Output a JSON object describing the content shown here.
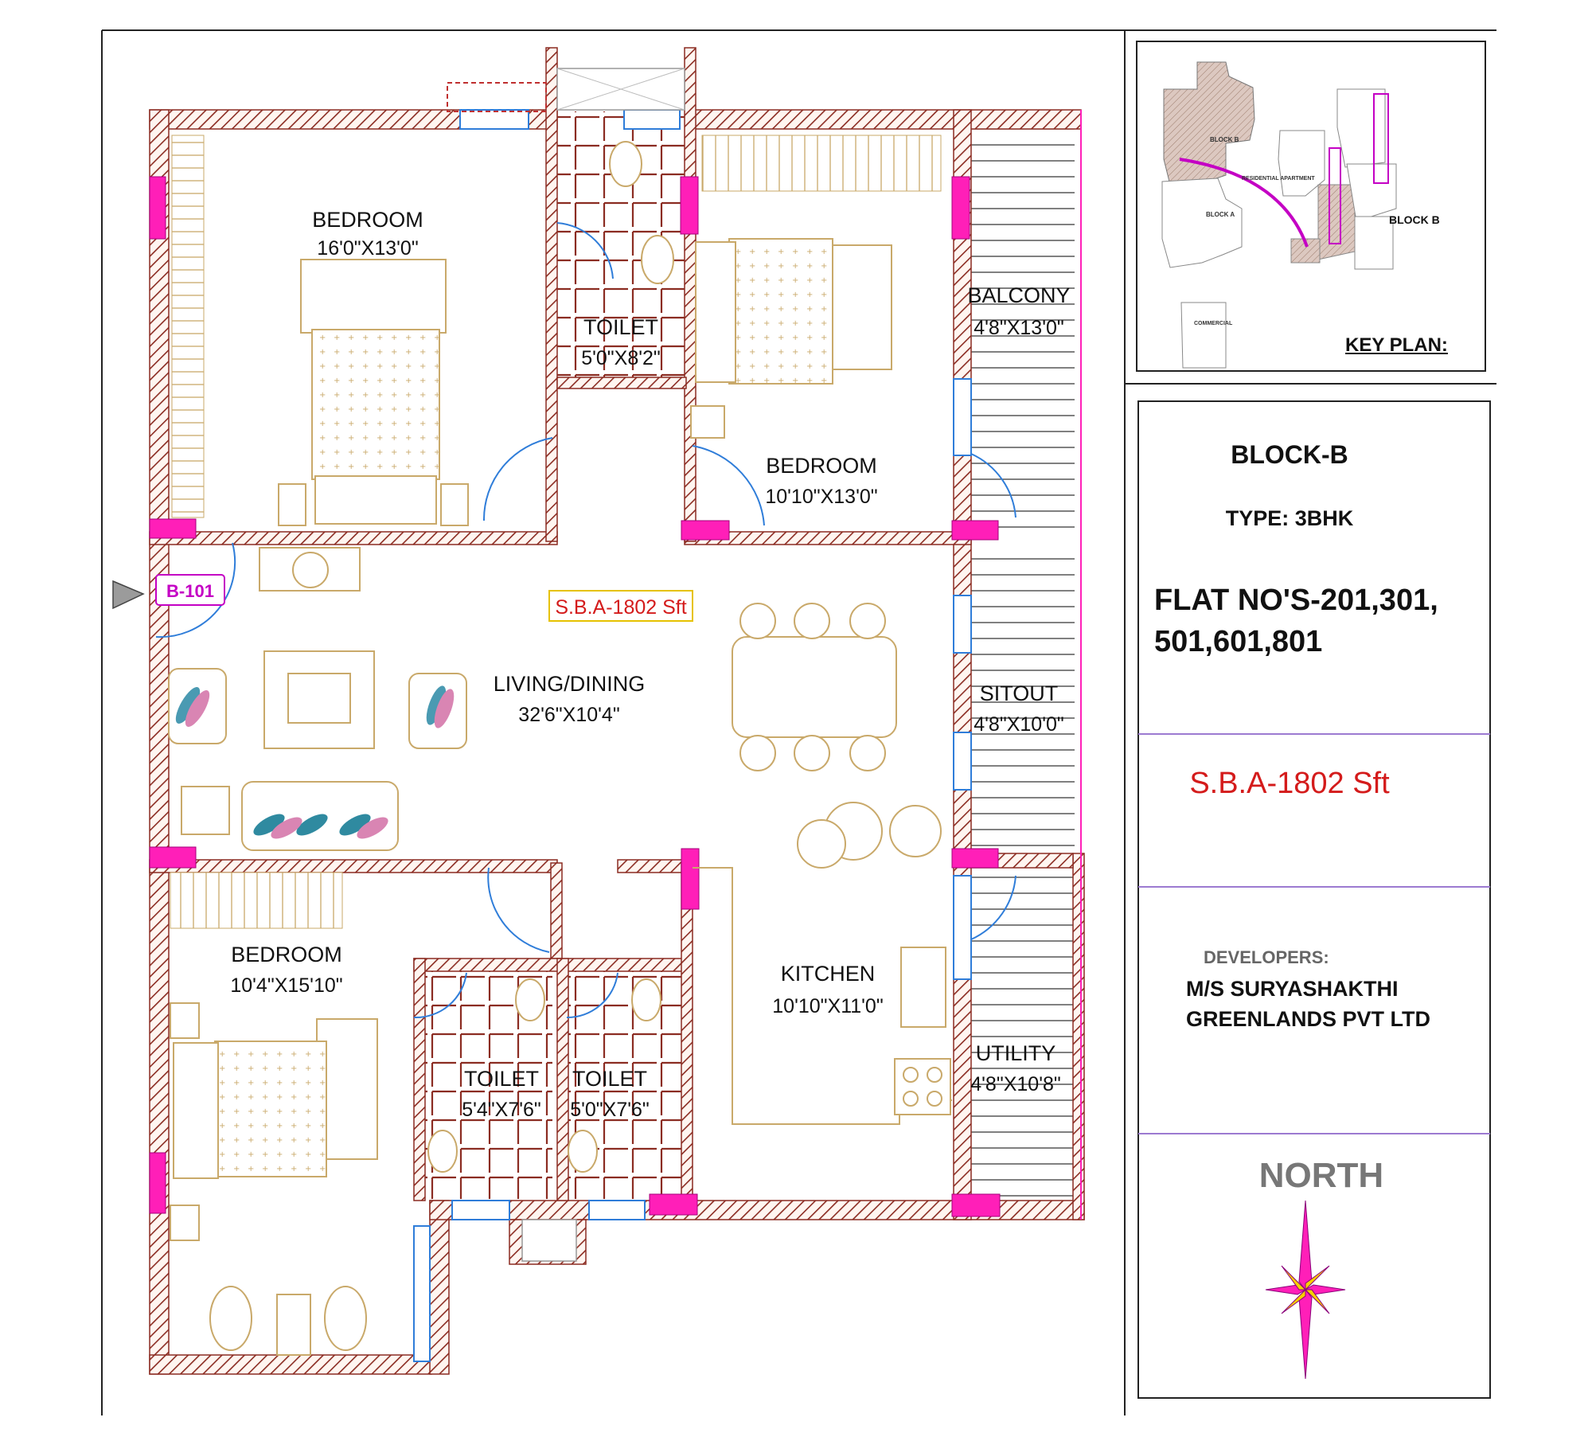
{
  "rooms": {
    "bedroom1": {
      "name": "BEDROOM",
      "size": "16'0\"X13'0\""
    },
    "toilet1": {
      "name": "TOILET",
      "size": "5'0\"X8'2\""
    },
    "bedroom2": {
      "name": "BEDROOM",
      "size": "10'10\"X13'0\""
    },
    "balcony": {
      "name": "BALCONY",
      "size": "4'8\"X13'0\""
    },
    "living": {
      "name": "LIVING/DINING",
      "size": "32'6\"X10'4\""
    },
    "sitout": {
      "name": "SITOUT",
      "size": "4'8\"X10'0\""
    },
    "bedroom3": {
      "name": "BEDROOM",
      "size": "10'4\"X15'10\""
    },
    "toilet2": {
      "name": "TOILET",
      "size": "5'4\"X7'6\""
    },
    "toilet3": {
      "name": "TOILET",
      "size": "5'0\"X7'6\""
    },
    "kitchen": {
      "name": "KITCHEN",
      "size": "10'10\"X11'0\""
    },
    "utility": {
      "name": "UTILITY",
      "size": "4'8\"X10'8\""
    }
  },
  "plan_sba": "S.B.A-1802 Sft",
  "flat_tag": "B-101",
  "key_plan": {
    "title": "KEY PLAN:",
    "block_b": "BLOCK B",
    "block_b_small": "BLOCK B",
    "block_a": "BLOCK A",
    "residential": "RESIDENTIAL APARTMENT",
    "commercial": "COMMERCIAL"
  },
  "info": {
    "block": "BLOCK-B",
    "type": "TYPE: 3BHK",
    "flats_line1": "FLAT NO'S-201,301,",
    "flats_line2": "501,601,801",
    "sba": "S.B.A-1802 Sft",
    "developers_heading": "DEVELOPERS:",
    "developer_line1": "M/S  SURYASHAKTHI",
    "developer_line2": "GREENLANDS PVT LTD",
    "north": "NORTH"
  },
  "colors": {
    "wall_hatch": "#8b2c22",
    "column": "#ff1fb8",
    "furniture": "#c9a96a",
    "window": "#2f7dd9",
    "sba_text": "#d41b1b",
    "divider": "#9c7ad1"
  }
}
